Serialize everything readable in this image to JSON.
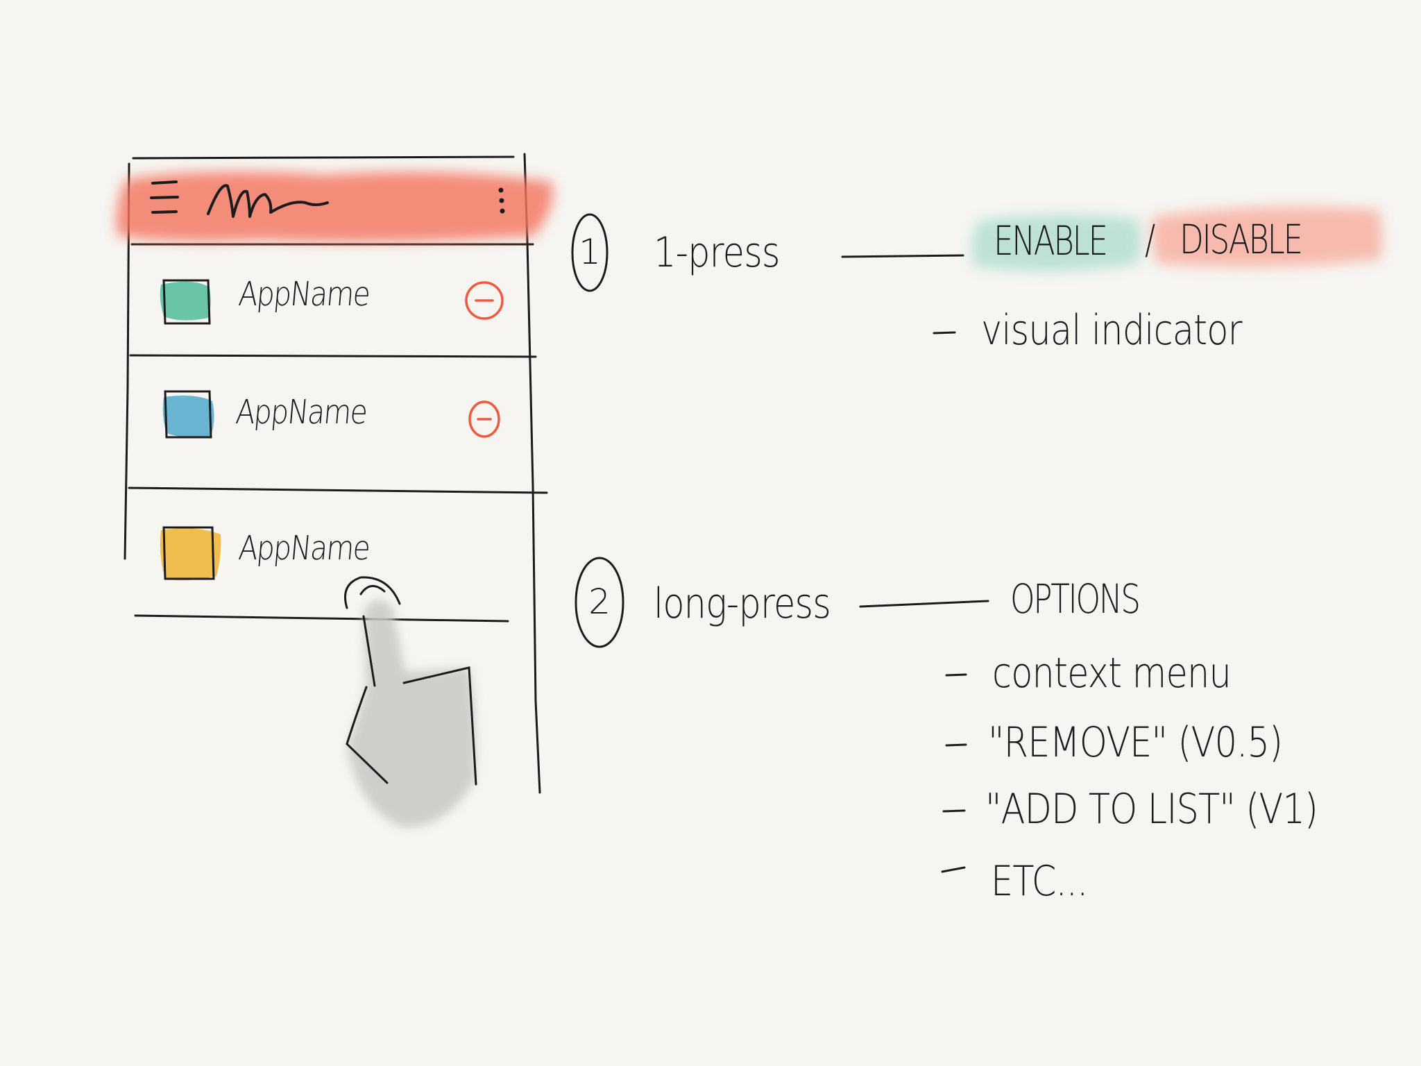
{
  "colors": {
    "background": "#f6f5f1",
    "toolbar_accent": "#f47560",
    "enable_highlight": "#8fd3bd",
    "disable_highlight": "#f7a393",
    "remove_badge": "#ef5a3f",
    "app_icons": [
      "#5bbf9f",
      "#5aaecd",
      "#f0b83c"
    ],
    "finger": "#c9c8c4",
    "ink": "#1b1b1b"
  },
  "toolbar": {
    "menu_icon": "hamburger-menu-icon",
    "logo_icon": "scribble-logo-icon",
    "overflow_icon": "overflow-menu-icon"
  },
  "apps": [
    {
      "name": "AppName",
      "icon_color": "#5bbf9f",
      "badge": "remove-circle-icon"
    },
    {
      "name": "AppName",
      "icon_color": "#5aaecd",
      "badge": "remove-circle-icon"
    },
    {
      "name": "AppName",
      "icon_color": "#f0b83c",
      "badge": null
    }
  ],
  "gesture": {
    "icon": "tap-hand-icon"
  },
  "steps": [
    {
      "number": "1",
      "action": "1-press",
      "result_enable": "ENABLE",
      "result_separator": "/",
      "result_disable": "DISABLE",
      "details": [
        "visual indicator"
      ]
    },
    {
      "number": "2",
      "action": "long-press",
      "result": "OPTIONS",
      "details": [
        "context menu",
        "\"REMOVE\" (V0.5)",
        "\"ADD TO LIST\" (V1)",
        "ETC..."
      ]
    }
  ]
}
